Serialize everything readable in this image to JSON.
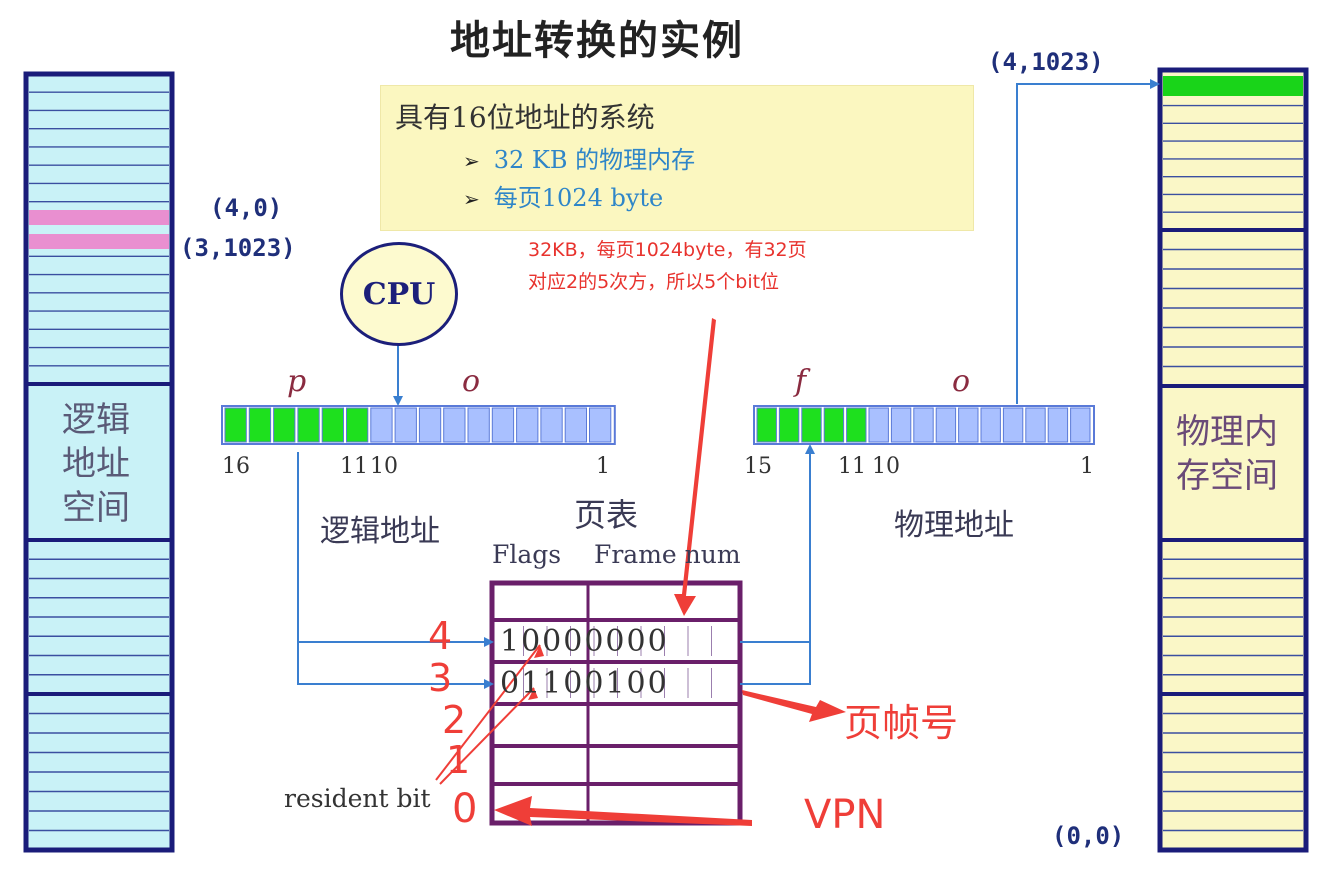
{
  "title": "地址转换的实例",
  "info": {
    "heading": "具有16位地址的系统",
    "bullet1": "32 KB 的物理内存",
    "bullet2": "每页1024 byte",
    "bullet_glyph": "➢"
  },
  "cpu_label": "CPU",
  "logical": {
    "coord_top": "(4,0)",
    "coord_bottom": "(3,1023)",
    "memory_label_lines": [
      "逻辑",
      "地址",
      "空间"
    ],
    "address_label": "逻辑地址",
    "var_p": "p",
    "var_o": "o",
    "bit_high": "16",
    "bit_mid_a": "11",
    "bit_mid_b": "10",
    "bit_low": "1"
  },
  "physical": {
    "coord_top": "(4,1023)",
    "coord_bottom": "(0,0)",
    "memory_label_lines": [
      "物理内",
      "存空间"
    ],
    "address_label": "物理地址",
    "var_f": "f",
    "var_o": "o",
    "bit_high": "15",
    "bit_mid_a": "11",
    "bit_mid_b": "10",
    "bit_low": "1"
  },
  "page_table": {
    "title": "页表",
    "flags_header": "Flags",
    "frame_header": "Frame num",
    "row4_bits": "10000000",
    "row3_bits": "01100100",
    "resident_label": "resident bit"
  },
  "annotations": {
    "note_line1": "32KB，每页1024byte，有32页",
    "note_line2": "对应2的5次方，所以5个bit位",
    "row_numbers": [
      "4",
      "3",
      "2",
      "1",
      "0"
    ],
    "frame_label": "页帧号",
    "vpn_label": "VPN"
  },
  "colors": {
    "memory_border": "#1a1c7a",
    "logical_memory_fill": "#c9f2f7",
    "physical_memory_fill": "#faf7c7",
    "highlight_pink": "#e98fd0",
    "highlight_green": "#19d419",
    "register_green": "#1ee01e",
    "register_blue": "#a9c0ff",
    "arrow_blue": "#3a7fd0",
    "table_border": "#6a1f6a",
    "annotation_red": "#ef3e38"
  }
}
